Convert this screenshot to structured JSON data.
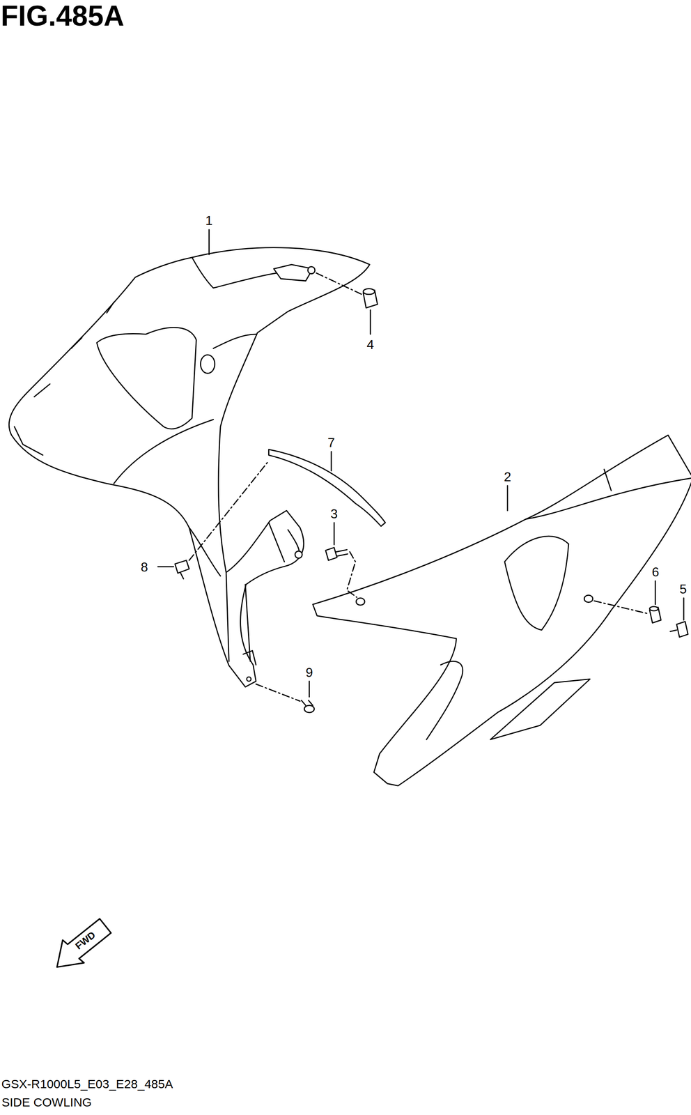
{
  "diagram": {
    "title": "FIG.485A",
    "caption": "SIDE COWLING",
    "labels": [
      "1",
      "2",
      "3",
      "4",
      "5",
      "6",
      "7",
      "8",
      "9",
      "FWD",
      "GSX-R1000L5_E03_E28_485A"
    ]
  }
}
